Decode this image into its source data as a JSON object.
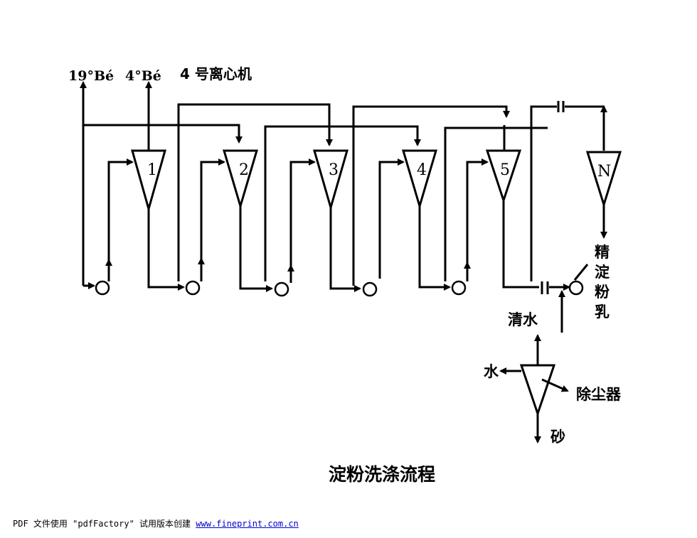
{
  "labels": {
    "density_19": "19°Bé",
    "density_4": "4°Bé",
    "centrifuge_4": "4 号离心机",
    "refined_starch": [
      "精",
      "淀",
      "粉",
      "乳"
    ],
    "clear_water": "清水",
    "water_out": "水",
    "dust_remover": "除尘器",
    "sand": "砂",
    "caption": "淀粉洗涤流程"
  },
  "cyclones": [
    "1",
    "2",
    "3",
    "4",
    "5",
    "N"
  ],
  "footer": {
    "text": "PDF 文件使用 \"pdfFactory\" 试用版本创建 ",
    "link": "www.fineprint.com.cn"
  }
}
